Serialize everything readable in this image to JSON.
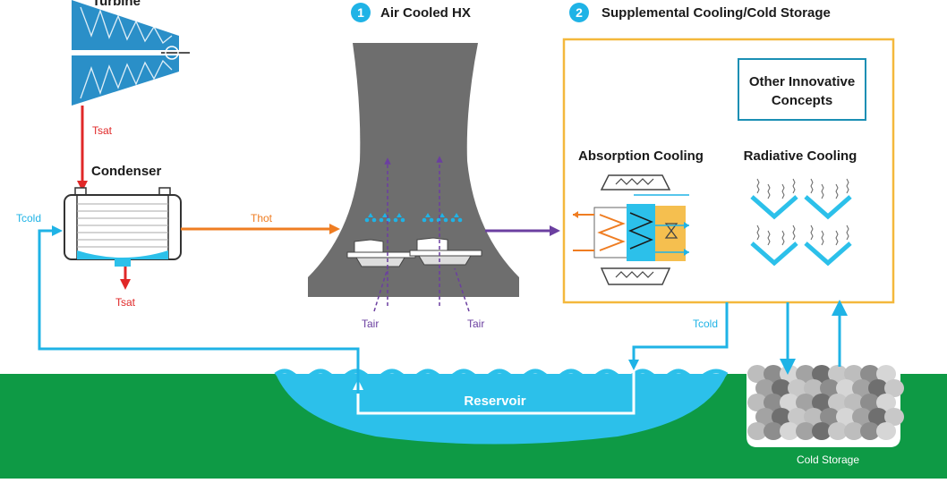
{
  "colors": {
    "hot": "#ef7d22",
    "cold": "#1fb3e6",
    "sat": "#e02828",
    "air": "#6b3fa0",
    "ground": "#0e9a45",
    "water": "#2cc0ea",
    "frame": "#f4b83c",
    "tower": "#6e6e6e",
    "turbine": "#2a8fc8"
  },
  "labels": {
    "turbine": "Turbine",
    "tsat_top": "Tsat",
    "condenser": "Condenser",
    "tsat_bottom": "Tsat",
    "tcold_left": "Tcold",
    "thot": "Thot",
    "step1_num": "1",
    "step1_title": "Air Cooled HX",
    "tair_left": "Tair",
    "tair_right": "Tair",
    "step2_num": "2",
    "step2_title": "Supplemental Cooling/Cold Storage",
    "other_line1": "Other Innovative",
    "other_line2": "Concepts",
    "absorption": "Absorption Cooling",
    "radiative": "Radiative Cooling",
    "tcold_right": "Tcold",
    "reservoir": "Reservoir",
    "cold_storage": "Cold Storage"
  },
  "icons": [
    "turbine-icon",
    "condenser-icon",
    "cooling-tower-icon",
    "absorption-chiller-icon",
    "radiative-panel-icon",
    "rock-bed-icon"
  ]
}
